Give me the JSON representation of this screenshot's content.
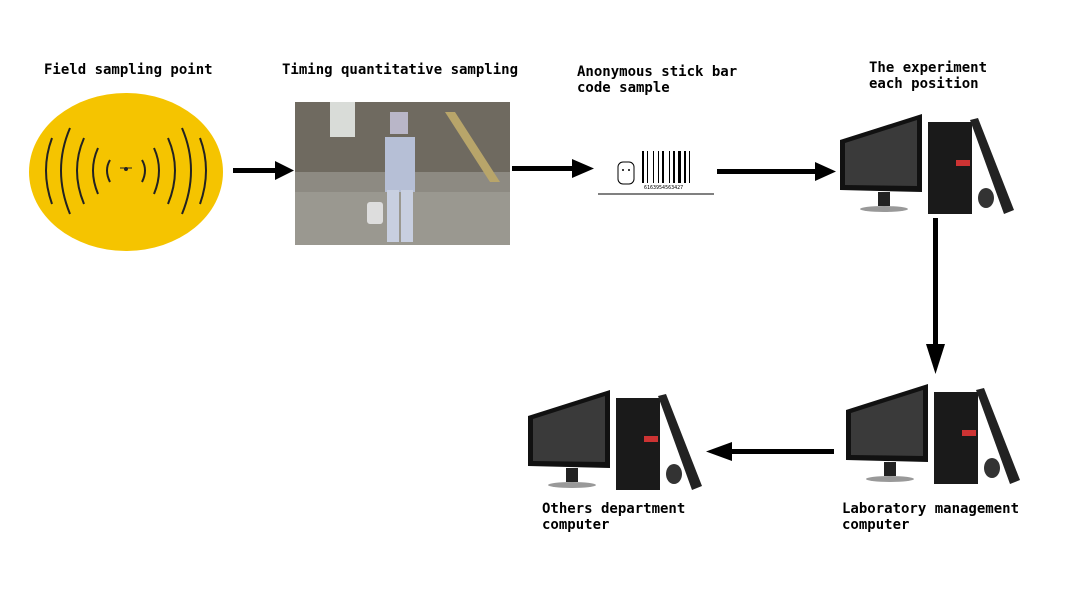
{
  "steps": [
    {
      "label": "Field sampling point",
      "icon": "field-sampling-target"
    },
    {
      "label": "Timing quantitative sampling",
      "icon": "sampling-worker-photo"
    },
    {
      "label": "Anonymous stick bar\ncode sample",
      "icon": "barcode",
      "barcode_number": "6163954563427"
    },
    {
      "label": "The experiment\neach position",
      "icon": "computer"
    },
    {
      "label": "Laboratory management\ncomputer",
      "icon": "computer"
    },
    {
      "label": "Others department\ncomputer",
      "icon": "computer"
    }
  ],
  "colors": {
    "target": "#f5c400",
    "arrow": "#000000"
  }
}
